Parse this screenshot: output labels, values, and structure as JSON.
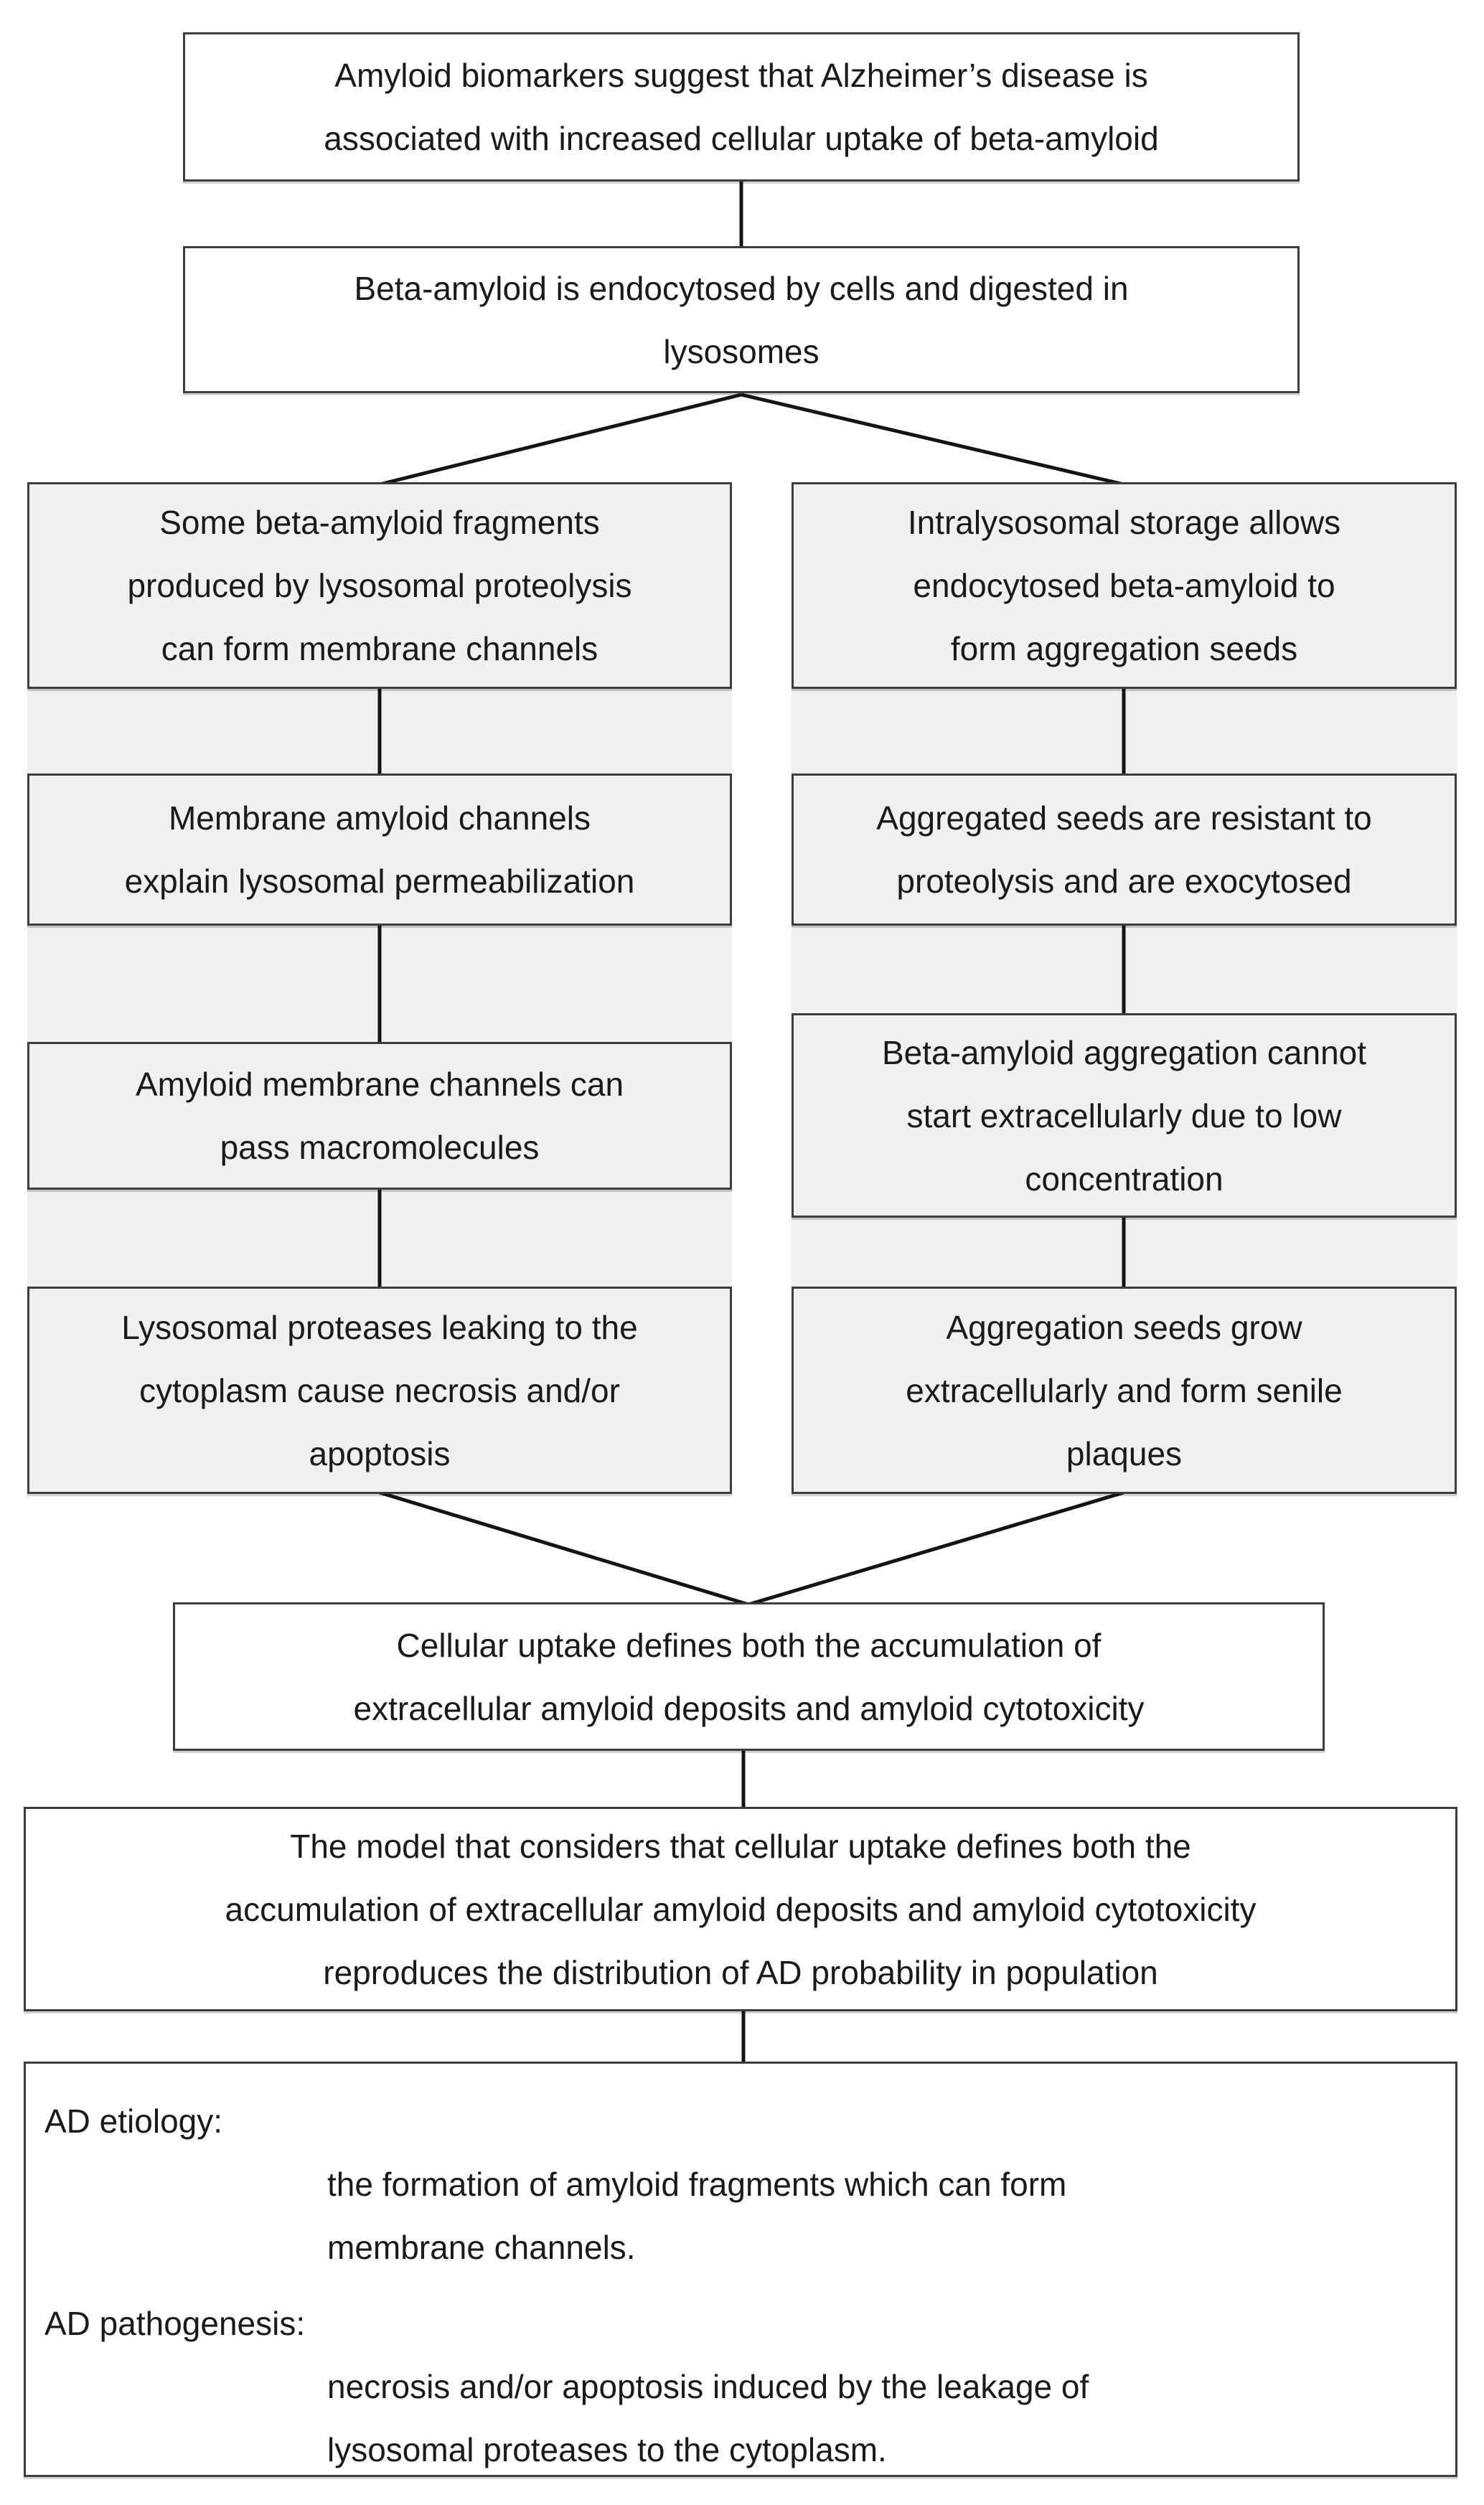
{
  "flow": {
    "biomarkers": {
      "lines": [
        "Amyloid biomarkers suggest that Alzheimer’s disease is",
        "associated with increased cellular uptake of beta-amyloid"
      ]
    },
    "endocytosis": {
      "lines": [
        "Beta-amyloid is endocytosed by cells and digested in",
        "lysosomes"
      ]
    },
    "left_column": [
      {
        "lines": [
          "Some beta-amyloid fragments",
          "produced by lysosomal proteolysis",
          "can form membrane channels"
        ]
      },
      {
        "lines": [
          "Membrane amyloid channels",
          "explain lysosomal permeabilization"
        ]
      },
      {
        "lines": [
          "Amyloid membrane channels can",
          "pass macromolecules"
        ]
      },
      {
        "lines": [
          "Lysosomal proteases leaking to the",
          "cytoplasm cause necrosis and/or",
          "apoptosis"
        ]
      }
    ],
    "right_column": [
      {
        "lines": [
          "Intralysosomal storage allows",
          "endocytosed beta-amyloid to",
          "form aggregation seeds"
        ]
      },
      {
        "lines": [
          "Aggregated seeds are resistant to",
          "proteolysis and are exocytosed"
        ]
      },
      {
        "lines": [
          "Beta-amyloid aggregation cannot",
          "start extracellularly due to low",
          "concentration"
        ]
      },
      {
        "lines": [
          "Aggregation seeds grow",
          "extracellularly and form senile",
          "plaques"
        ]
      }
    ],
    "merge": {
      "lines": [
        "Cellular uptake defines both the accumulation of",
        "extracellular amyloid deposits and amyloid cytotoxicity"
      ]
    },
    "model": {
      "lines": [
        "The model that considers that cellular uptake defines both the",
        "accumulation of extracellular amyloid deposits and amyloid cytotoxicity",
        "reproduces the distribution of AD probability in population"
      ]
    },
    "conclusion": {
      "etiology_label": "AD etiology:",
      "etiology_lines": [
        "the formation of amyloid fragments which can form",
        "membrane channels."
      ],
      "pathogenesis_label": "AD pathogenesis:",
      "pathogenesis_lines": [
        "necrosis and/or apoptosis induced by the leakage of",
        "lysosomal proteases to the cytoplasm."
      ]
    }
  },
  "colors": {
    "background": "#ffffff",
    "box_fill": "#f0f0f0",
    "box_border": "#3d3d3d",
    "connector": "#141414",
    "text": "#1a1a1a"
  }
}
